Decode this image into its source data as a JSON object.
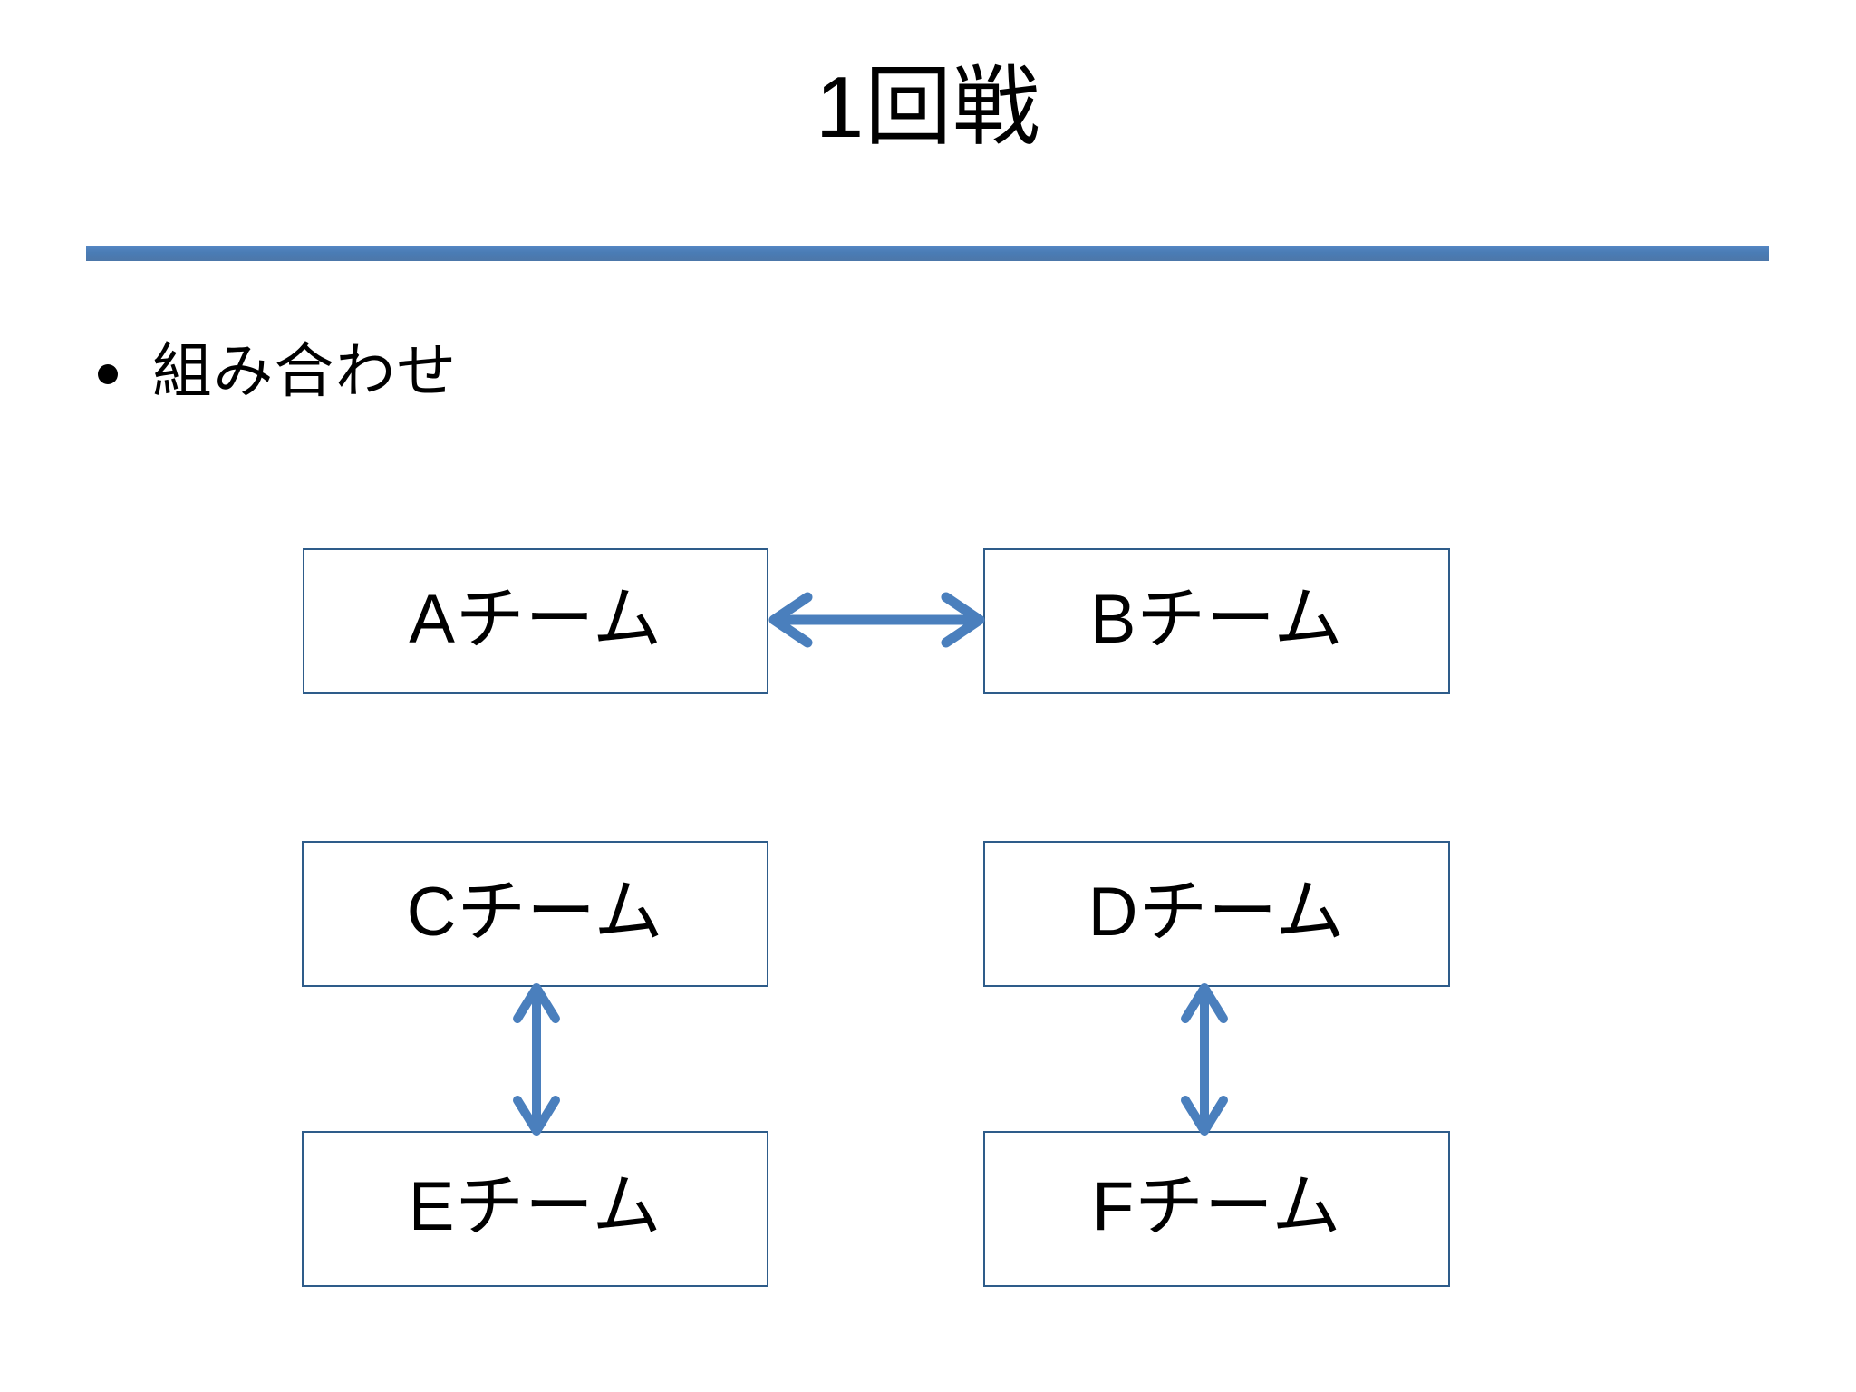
{
  "slide": {
    "title": "1回戦",
    "bullet": {
      "marker": "bullet-dot",
      "text": "組み合わせ"
    },
    "accent_color": "#4a7cb5",
    "box_border_color": "#2e5c8a",
    "arrow_color": "#4a7fbd",
    "background_color": "#ffffff",
    "title_color": "#000000"
  },
  "bracket": {
    "matchups": [
      {
        "id": "match-1",
        "left": "Aチーム",
        "right": "Bチーム",
        "arrow": "double-headed-horizontal-arrow"
      },
      {
        "id": "match-2",
        "left": "Cチーム",
        "right": "Eチーム",
        "arrow": "double-headed-vertical-arrow"
      },
      {
        "id": "match-3",
        "left": "Dチーム",
        "right": "Fチーム",
        "arrow": "double-headed-vertical-arrow"
      }
    ],
    "boxes": {
      "a": "Aチーム",
      "b": "Bチーム",
      "c": "Cチーム",
      "d": "Dチーム",
      "e": "Eチーム",
      "f": "Fチーム"
    }
  }
}
